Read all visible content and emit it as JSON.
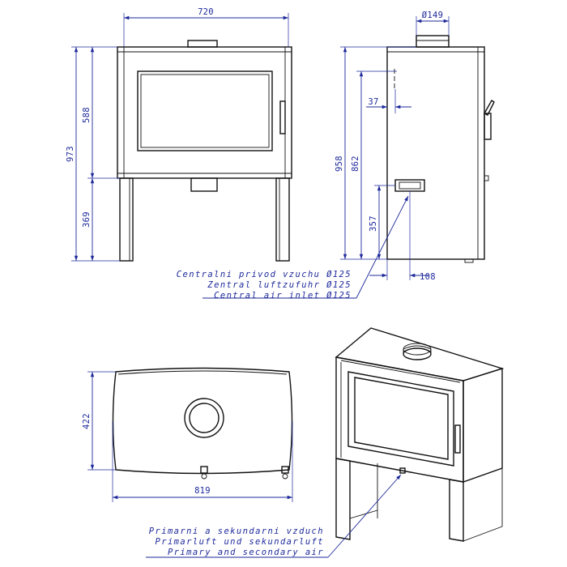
{
  "dimensions": {
    "front_width": "720",
    "front_total_height": "973",
    "front_body_height": "588",
    "front_leg_height": "369",
    "side_flue_diameter": "Ø149",
    "side_total_height": "958",
    "side_inlet_height": "862",
    "side_offset": "37",
    "side_bottom_inlet": "357",
    "side_inlet_depth": "108",
    "top_depth": "422",
    "top_width": "819"
  },
  "labels": {
    "central_inlet": [
      "Centralni privod vzuchu Ø125",
      "Zentral luftzufuhr Ø125",
      "Central air inlet Ø125"
    ],
    "primary_air": [
      "Primarni a sekundarni vzduch",
      "Primarluft und sekundarluft",
      "Primary and secondary air"
    ]
  },
  "colors": {
    "dimension": "#1e2a9a",
    "outline": "#111111"
  }
}
